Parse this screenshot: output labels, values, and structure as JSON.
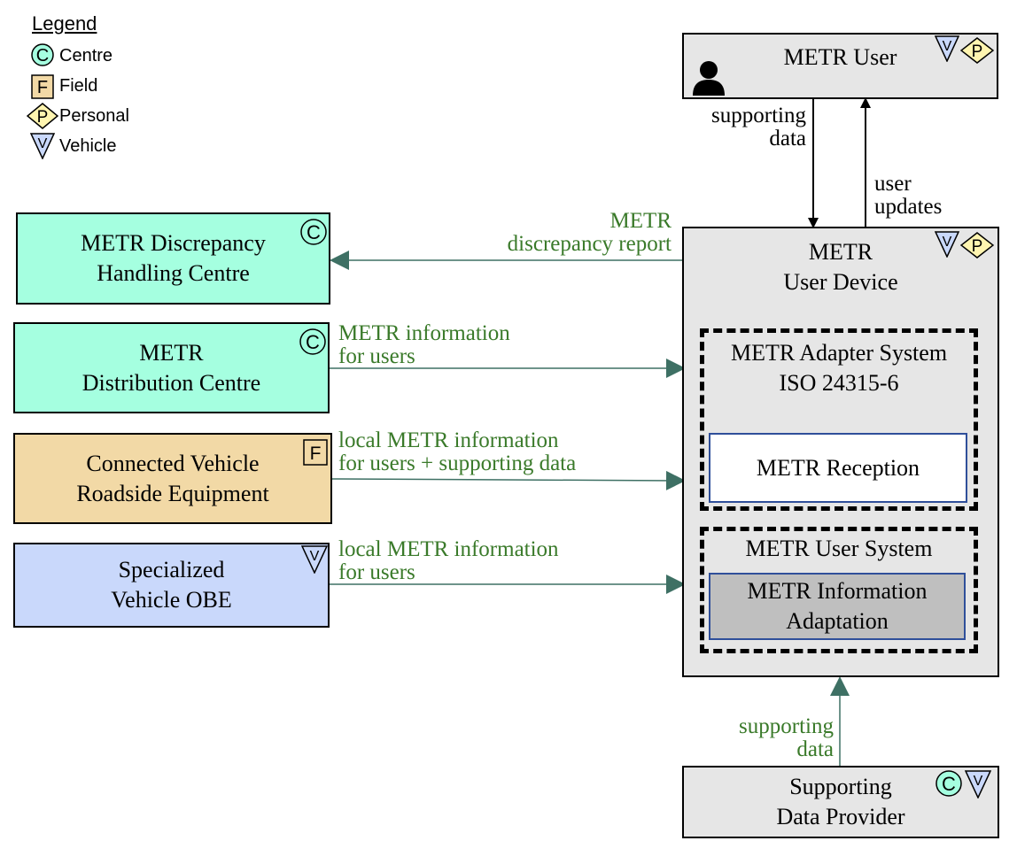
{
  "legend": {
    "title": "Legend",
    "items": [
      {
        "letter": "C",
        "label": "Centre"
      },
      {
        "letter": "F",
        "label": "Field"
      },
      {
        "letter": "P",
        "label": "Personal"
      },
      {
        "letter": "V",
        "label": "Vehicle"
      }
    ]
  },
  "colors": {
    "centre": "#a5ffe0",
    "field": "#f2d9a6",
    "vehicle": "#c9d8fb",
    "personal": "#fff5b0",
    "device": "#e6e6e6",
    "adaptation": "#bfbfbf",
    "flow_green": "#3a7a2a",
    "arrow_green": "#3e7064"
  },
  "boxes": {
    "metr_user": {
      "line1": "METR User",
      "icons": [
        "vehicle-icon",
        "personal-icon"
      ]
    },
    "discrepancy": {
      "line1": "METR Discrepancy",
      "line2": "Handling Centre",
      "icon": "centre-icon"
    },
    "distribution": {
      "line1": "METR",
      "line2": "Distribution Centre",
      "icon": "centre-icon"
    },
    "cv_roadside": {
      "line1": "Connected Vehicle",
      "line2": "Roadside Equipment",
      "icon": "field-icon"
    },
    "vehicle_obe": {
      "line1": "Specialized",
      "line2": "Vehicle OBE",
      "icon": "vehicle-icon"
    },
    "user_device": {
      "line1": "METR",
      "line2": "User Device",
      "icons": [
        "vehicle-icon",
        "personal-icon"
      ]
    },
    "adapter_system": {
      "line1": "METR Adapter System",
      "line2": "ISO 24315-6"
    },
    "reception": {
      "line1": "METR Reception"
    },
    "user_system": {
      "line1": "METR User System"
    },
    "info_adaptation": {
      "line1": "METR Information",
      "line2": "Adaptation"
    },
    "supporting_provider": {
      "line1": "Supporting",
      "line2": "Data Provider",
      "icons": [
        "centre-icon",
        "vehicle-icon"
      ]
    }
  },
  "flows": {
    "user_supporting": {
      "line1": "supporting",
      "line2": "data"
    },
    "user_updates": {
      "line1": "user",
      "line2": "updates"
    },
    "discrepancy_report": {
      "line1": "METR",
      "line2": "discrepancy report"
    },
    "info_for_users": {
      "line1": "METR information",
      "line2": "for users"
    },
    "local_plus_support": {
      "line1": "local METR information",
      "line2": "for users + supporting data"
    },
    "local_for_users": {
      "line1": "local METR information",
      "line2": "for users"
    },
    "provider_supporting": {
      "line1": "supporting",
      "line2": "data"
    }
  }
}
